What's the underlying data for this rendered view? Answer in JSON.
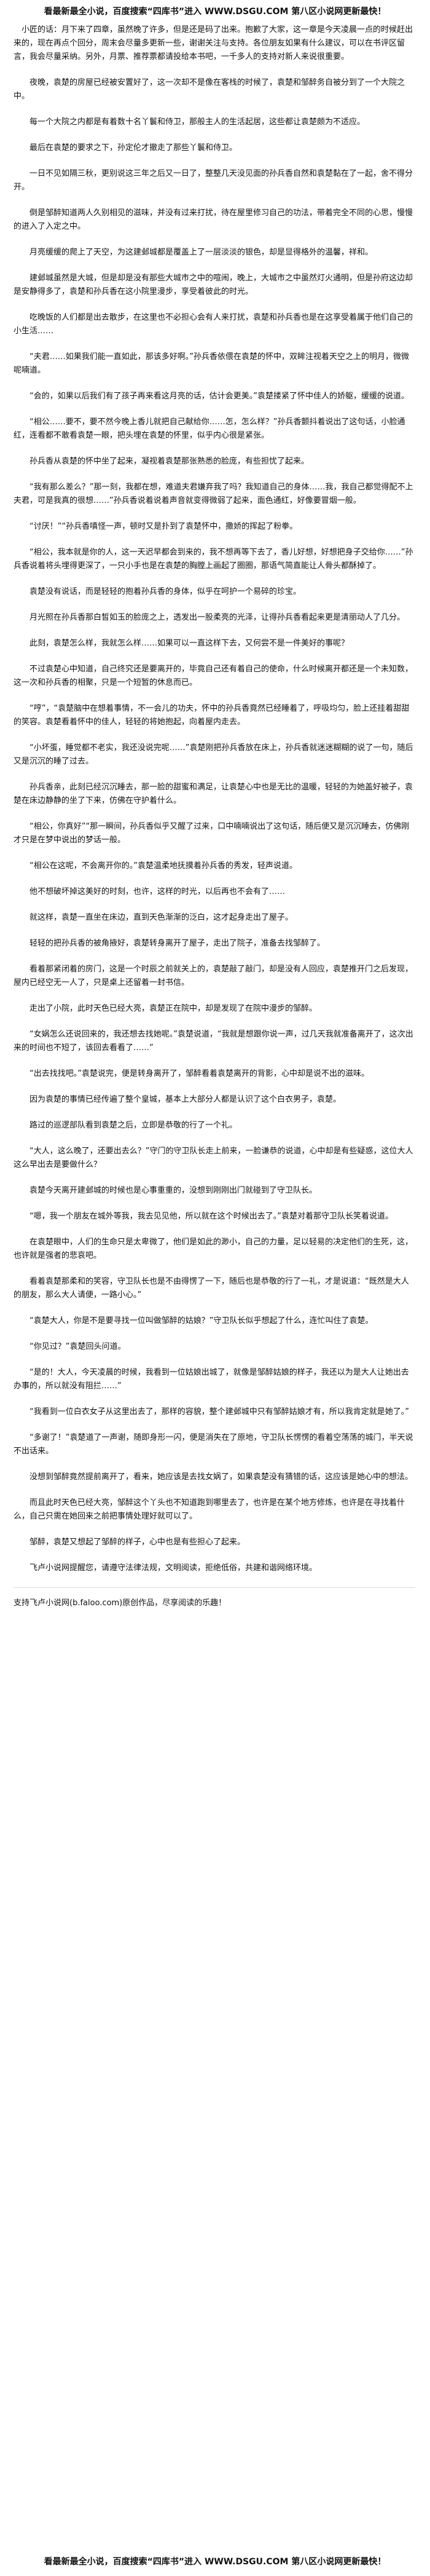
{
  "banner_top": "看最新最全小说，百度搜索“四库书”进入 WWW.DSGU.COM 第八区小说网更新最快！",
  "banner_bottom": "看最新最全小说，百度搜索“四库书”进入 WWW.DSGU.COM 第八区小说网更新最快！",
  "paragraphs": [
    "小匠的话：月下来了四章，虽然晚了许多，但是还是码了出来。抱歉了大家，这一章是今天凌晨一点的时候赶出来的，现在再点个回分，周末会尽量多更新一些，谢谢关注与支持。各位朋友如果有什么建议，可以在书评区留言，我会尽量采纳。另外，月票、推荐票都请投给本书吧，一千多人的支持对新人来说很重要。",
    "夜晚，袁楚的房屋已经被安置好了，这一次却不是像在客栈的时候了，袁楚和邹醉务自被分到了一个大院之中。",
    "每一个大院之内都是有着数十名丫鬟和侍卫，那般主人的生活起居，这些都让袁楚颇为不适应。",
    "最后在袁楚的要求之下，孙定伦才撤走了那些丫鬟和侍卫。",
    "一日不见如隔三秋，更别说这三年之后又一日了，整整几天没见面的孙兵香自然和袁楚黏在了一起，舍不得分开。",
    "倒是邹醉知道两人久别相见的滋味，并没有过来打扰，待在屋里修习自己的功法，带着完全不同的心思，慢慢的进入了入定之中。",
    "月亮缓缓的爬上了天空，为这建邺城都是覆盖上了一层淡淡的银色，却是显得格外的温馨，祥和。",
    "建邺城虽然是大城，但是却是没有那些大城市之中的喧闹，晚上，大城市之中虽然灯火通明，但是孙府这边却是安静得多了，袁楚和孙兵香在这小院里漫步，享受着彼此的时光。",
    "吃晚饭的人们都是出去散步，在这里也不必担心会有人来打扰，袁楚和孙兵香也是在这享受着属于他们自己的小生活……",
    "“夫君……如果我们能一直如此，那该多好啊。”孙兵香依偎在袁楚的怀中，双眸注视着天空之上的明月，微微呢喃道。",
    "“会的，如果以后我们有了孩子再来看这月亮的话，估计会更美。”袁楚搂紧了怀中佳人的娇躯，缓缓的说道。",
    "“相公……要不，要不然今晚上香儿就把自己献给你……怎，怎么样？”孙兵香颤抖着说出了这句话，小脸通红，连看都不敢看袁楚一眼，把头埋在袁楚的怀里，似乎内心很是紧张。",
    "孙兵香从袁楚的怀中坐了起来，凝视着袁楚那张熟悉的脸庞，有些担忧了起来。",
    "“我有那么差么？”那一刻，我都在想，难道夫君嫌弃我了吗？我知道自己的身体……我，我自己都觉得配不上夫君，可是我真的很想……”孙兵香说着说着声音就变得微弱了起来，面色通红，好像要冒烟一般。",
    "“讨厌！”“孙兵香嗔怪一声，顿时又是扑到了袁楚怀中，撒娇的挥起了粉拳。",
    "“相公，我本就是你的人，这一天迟早都会到来的，我不想再等下去了，香儿好想，好想把身子交给你……”孙兵香说着将头埋得更深了，一只小手也是在袁楚的胸膛上画起了圈圈，那语气简直能让人骨头都酥掉了。",
    "袁楚没有说话，而是轻轻的抱着孙兵香的身体，似乎在呵护一个易碎的珍宝。",
    "月光照在孙兵香那白皙如玉的脸庞之上，透发出一股柔亮的光泽，让得孙兵香看起来更是清丽动人了几分。",
    "此刻，袁楚怎么样，我就怎么样……如果可以一直这样下去，又何尝不是一件美好的事呢？",
    "不过袁楚心中知道，自己终究还是要离开的，毕竟自己还有着自己的使命，什么时候离开都还是一个未知数，这一次和孙兵香的相聚，只是一个短暂的休息而已。",
    "“哼”，“袁楚脑中在想着事情，不一会儿的功夫，怀中的孙兵香竟然已经睡着了，呼吸均匀，脸上还挂着甜甜的笑容。袁楚看着怀中的佳人，轻轻的将她抱起，向着屋内走去。",
    "“小坏蛋，睡觉都不老实，我还没说完呢……”袁楚刚把孙兵香放在床上，孙兵香就迷迷糊糊的说了一句，随后又是沉沉的睡了过去。",
    "孙兵香亲，此刻已经沉沉睡去，那一脸的甜蜜和满足，让袁楚心中也是无比的温暖，轻轻的为她盖好被子，袁楚在床边静静的坐了下来，仿佛在守护着什么。",
    "“相公，你真好”“那一瞬间，孙兵香似乎又醒了过来，口中喃喃说出了这句话，随后便又是沉沉睡去，仿佛刚才只是在梦中说出的梦话一般。",
    "“相公在这呢，不会离开你的。”袁楚温柔地抚摸着孙兵香的秀发，轻声说道。",
    "他不想破坏掉这美好的时刻，也许，这样的时光，以后再也不会有了……",
    "就这样，袁楚一直坐在床边，直到天色渐渐的泛白，这才起身走出了屋子。",
    "轻轻的把孙兵香的被角掖好，袁楚转身离开了屋子，走出了院子，准备去找邹醉了。",
    "看着那紧闭着的房门，这是一个时辰之前就关上的，袁楚敲了敲门，却是没有人回应，袁楚推开门之后发现，屋内已经空无一人了，只是桌上还留着一封书信。",
    "走出了小院，此时天色已经大亮，袁楚正在院中，却是发现了在院中漫步的邹醉。",
    "“女娲怎么还说回来的，我还想去找她呢。”袁楚说道，“我就是想跟你说一声，过几天我就准备离开了，这次出来的时间也不短了，该回去看看了……”",
    "“出去找找吧。”袁楚说完，便是转身离开了，邹醉看着袁楚离开的背影，心中却是说不出的滋味。",
    "因为袁楚的事情已经传遍了整个皇城，基本上大部分人都是认识了这个白衣男子，袁楚。",
    "路过的巡逻部队看到袁楚之后，立即是恭敬的行了一个礼。",
    "“大人，这么晚了，还要出去么？”守门的守卫队长走上前来，一脸谦恭的说道，心中却是有些疑惑，这位大人这么早出去是要做什么？",
    "袁楚今天离开建邺城的时候也是心事重重的，没想到刚刚出门就碰到了守卫队长。",
    "“嗯，我一个朋友在城外等我，我去见见他，所以就在这个时候出去了。”袁楚对着那守卫队长笑着说道。",
    "在袁楚眼中，人们的生命只是太卑微了，他们是如此的渺小，自己的力量，足以轻易的决定他们的生死，这，也许就是强者的悲哀吧。",
    "看着袁楚那柔和的笑容，守卫队长也是不由得愣了一下，随后也是恭敬的行了一礼，才是说道：“既然是大人的朋友，那么大人请便，一路小心。”",
    "“袁楚大人，你是不是要寻找一位叫做邹醉的姑娘？”守卫队长似乎想起了什么，连忙叫住了袁楚。",
    "“你见过？”袁楚回头问道。",
    "“是的！大人，今天凌晨的时候，我看到一位姑娘出城了，就像是邹醉姑娘的样子，我还以为是大人让她出去办事的，所以就没有阻拦……”",
    "“我看到一位白衣女子从这里出去了，那样的容貌，整个建邺城中只有邹醉姑娘才有，所以我肯定就是她了。”",
    "“多谢了！”袁楚道了一声谢，随即身形一闪，便是消失在了原地，守卫队长愣愣的看着空荡荡的城门，半天说不出话来。",
    "没想到邹醉竟然提前离开了，看来，她应该是去找女娲了，如果袁楚没有猜错的话，这应该是她心中的想法。",
    "而且此时天色已经大亮，邹醉这个丫头也不知道跑到哪里去了，也许是在某个地方修炼，也许是在寻找着什么，自己只需在她回来之前把事情处理好就可以了。",
    "邹醉，袁楚又想起了邹醉的样子，心中也是有些担心了起来。",
    "飞卢小说网提醒您，请遵守法律法规，文明阅读，拒绝低俗，共建和谐网络环境。"
  ],
  "footer_note": "支持飞卢小说网(b.faloo.com)原创作品，尽享阅读的乐趣！"
}
